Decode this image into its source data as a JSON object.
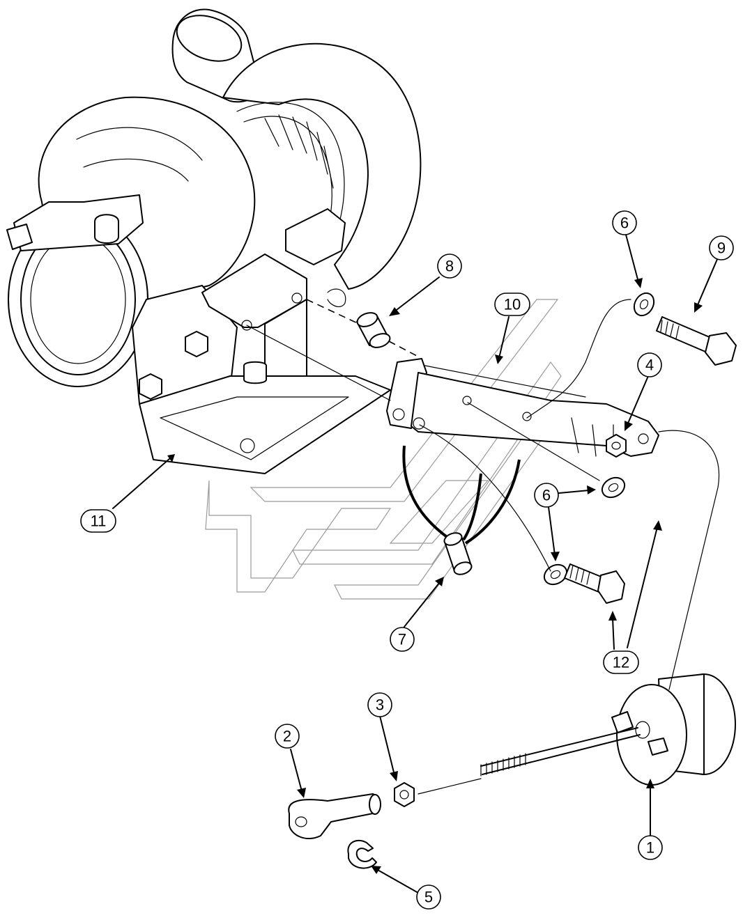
{
  "diagram": {
    "callouts": [
      {
        "id": "c1",
        "label": "1"
      },
      {
        "id": "c2",
        "label": "2"
      },
      {
        "id": "c3",
        "label": "3"
      },
      {
        "id": "c4",
        "label": "4"
      },
      {
        "id": "c5",
        "label": "5"
      },
      {
        "id": "c6a",
        "label": "6"
      },
      {
        "id": "c6b",
        "label": "6"
      },
      {
        "id": "c6c",
        "label": "6"
      },
      {
        "id": "c7",
        "label": "7"
      },
      {
        "id": "c8",
        "label": "8"
      },
      {
        "id": "c9",
        "label": "9"
      },
      {
        "id": "c10",
        "label": "10"
      },
      {
        "id": "c11",
        "label": "11"
      },
      {
        "id": "c12",
        "label": "12"
      }
    ]
  }
}
